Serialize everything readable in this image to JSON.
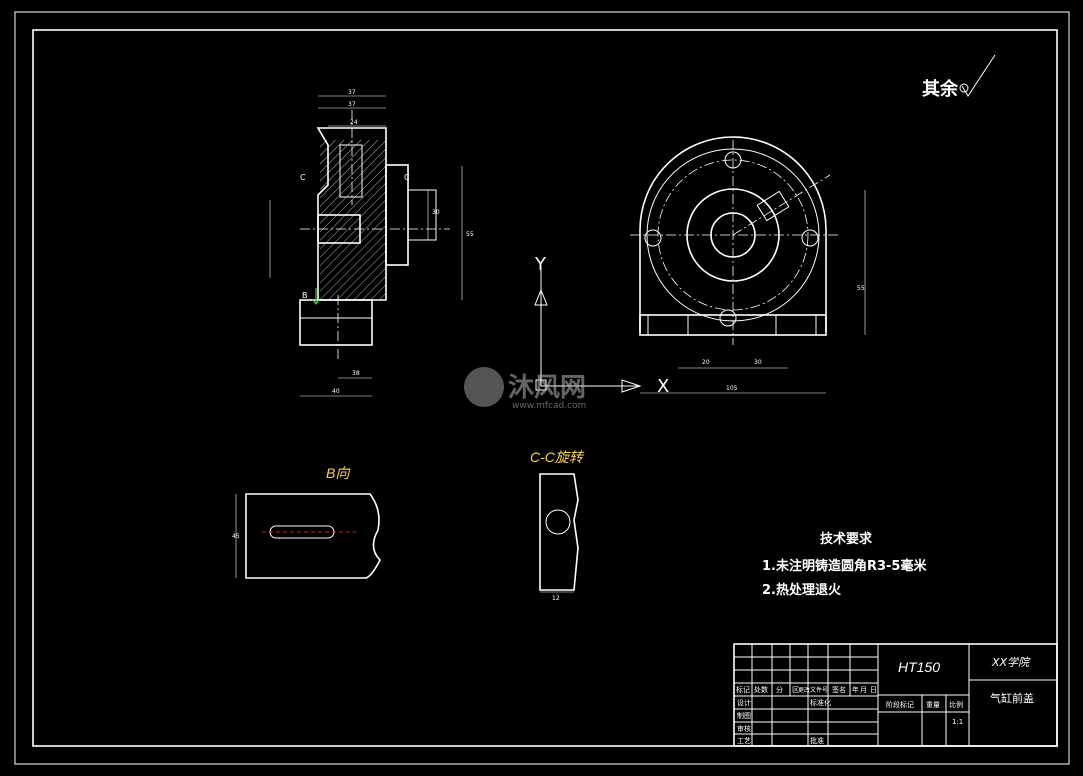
{
  "roughness_note": {
    "label": "其余"
  },
  "views": {
    "b_view": {
      "label": "B向"
    },
    "section_cc": {
      "label": "C-C旋转"
    }
  },
  "technical_requirements": {
    "title": "技术要求",
    "items": [
      "1.未注明铸造圆角R3-5毫米",
      "2.热处理退火"
    ]
  },
  "title_block": {
    "material": "HT150",
    "organization": "XX学院",
    "part_name": "气缸前盖",
    "scale": "1:1",
    "headers": [
      "标记",
      "处数",
      "分",
      "区",
      "更改文件号",
      "签名",
      "年",
      "月",
      "日"
    ],
    "row_labels": [
      "设计",
      "制图",
      "审核",
      "工艺"
    ],
    "mid_labels": [
      "标准化",
      "批准"
    ],
    "info_labels": [
      "阶段标记",
      "重量",
      "比例"
    ]
  },
  "dimensions": {
    "front_top": [
      "37",
      "37",
      "24"
    ],
    "front_bottom": [
      "38",
      "40"
    ],
    "front_side": [
      "30",
      "55"
    ],
    "side_bottom": [
      "20",
      "30",
      "105"
    ],
    "side_right": [
      "55"
    ],
    "bview_side": [
      "45"
    ],
    "section_bottom": [
      "12"
    ]
  },
  "section_marks": [
    "C",
    "C",
    "B"
  ],
  "axis_labels": {
    "x": "X",
    "y": "Y"
  },
  "watermark": {
    "brand": "沐风网",
    "url": "www.mfcad.com"
  }
}
